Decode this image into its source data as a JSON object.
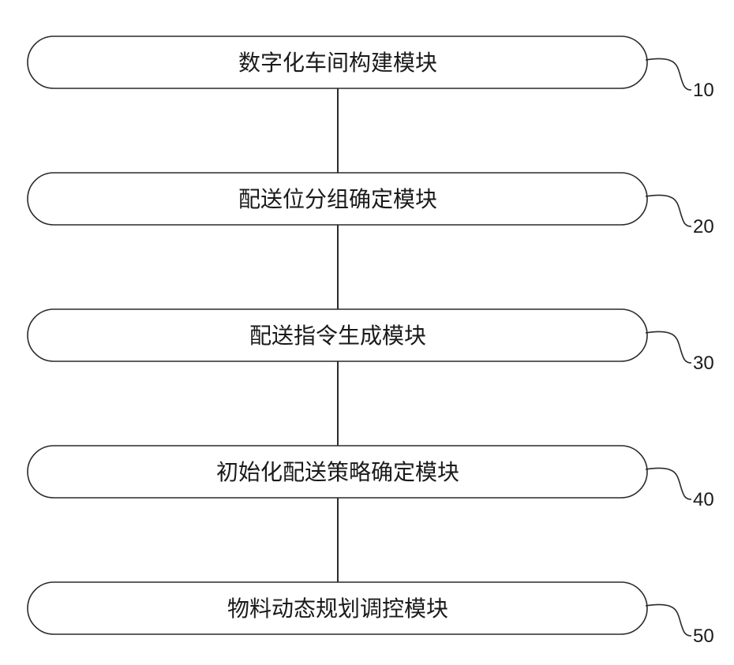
{
  "modules": [
    {
      "label": "数字化车间构建模块",
      "ref": "10"
    },
    {
      "label": "配送位分组确定模块",
      "ref": "20"
    },
    {
      "label": "配送指令生成模块",
      "ref": "30"
    },
    {
      "label": "初始化配送策略确定模块",
      "ref": "40"
    },
    {
      "label": "物料动态规划调控模块",
      "ref": "50"
    }
  ]
}
